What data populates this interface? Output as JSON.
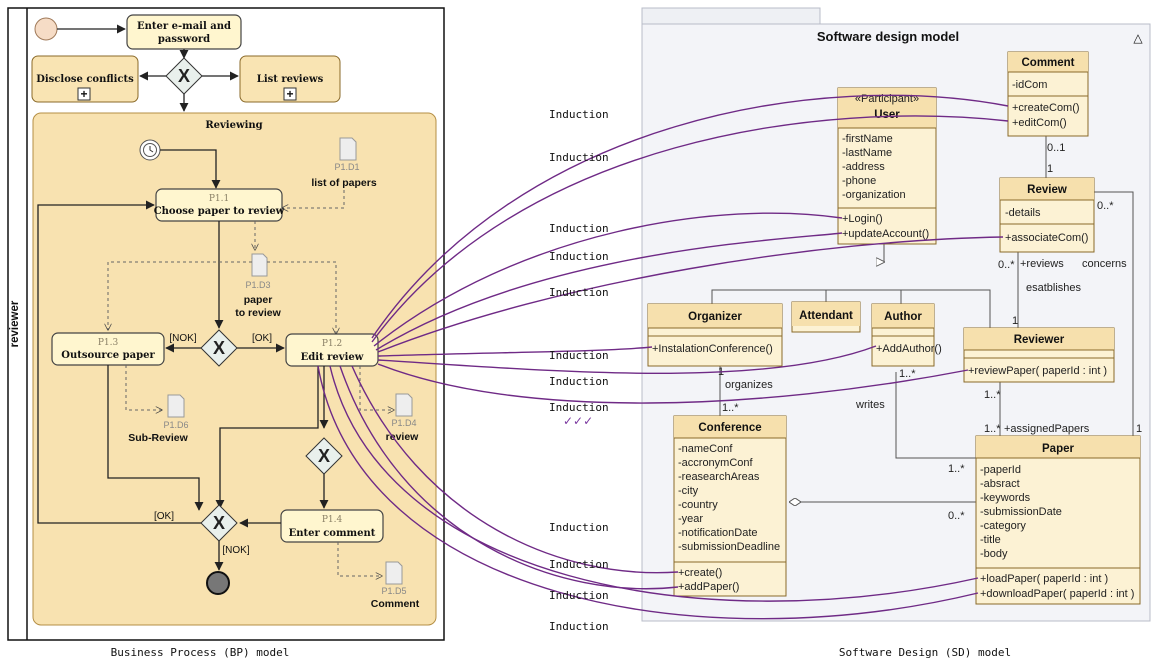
{
  "bp": {
    "lane": "reviewer",
    "caption": "Business Process (BP) model",
    "tasks": {
      "login": "Enter e-mail and password",
      "disclose": "Disclose conflicts",
      "list_reviews": "List reviews",
      "reviewing": "Reviewing",
      "choose_id": "P1.1",
      "choose": "Choose paper to review",
      "outsource_id": "P1.3",
      "outsource": "Outsource paper",
      "edit_id": "P1.2",
      "edit": "Edit review",
      "comment_id": "P1.4",
      "comment": "Enter comment"
    },
    "docs": {
      "d1_id": "P1.D1",
      "d1": "list of papers",
      "d3_id": "P1.D3",
      "d3": "paper to review",
      "d6_id": "P1.D6",
      "d6": "Sub-Review",
      "d4_id": "P1.D4",
      "d4": "review",
      "d5_id": "P1.D5",
      "d5": "Comment"
    },
    "guards": {
      "nok": "[NOK]",
      "ok": "[OK]",
      "ok2": "[OK]",
      "nok2": "[NOK]"
    }
  },
  "sd": {
    "title": "Software design model",
    "caption": "Software Design (SD) model",
    "classes": {
      "user": {
        "stereotype": "«Participant»",
        "name": "User",
        "attrs": [
          "-firstName",
          "-lastName",
          "-address",
          "-phone",
          "-organization"
        ],
        "ops": [
          "+Login()",
          "+updateAccount()"
        ]
      },
      "comment": {
        "name": "Comment",
        "attrs": [
          "-idCom"
        ],
        "ops": [
          "+createCom()",
          "+editCom()"
        ]
      },
      "review": {
        "name": "Review",
        "attrs": [
          "-details"
        ],
        "ops": [
          "+associateCom()"
        ]
      },
      "organizer": {
        "name": "Organizer",
        "ops": [
          "+InstalationConference()"
        ]
      },
      "attendant": {
        "name": "Attendant"
      },
      "author": {
        "name": "Author",
        "ops": [
          "+AddAuthor()"
        ]
      },
      "reviewer": {
        "name": "Reviewer",
        "ops": [
          "+reviewPaper( paperId : int )"
        ]
      },
      "conference": {
        "name": "Conference",
        "attrs": [
          "-nameConf",
          "-accronymConf",
          "-reasearchAreas",
          "-city",
          "-country",
          "-year",
          "-notificationDate",
          "-submissionDeadline"
        ],
        "ops": [
          "+create()",
          "+addPaper()"
        ]
      },
      "paper": {
        "name": "Paper",
        "attrs": [
          "-paperId",
          "-absract",
          "-keywords",
          "-submissionDate",
          "-category",
          "-title",
          "-body"
        ],
        "ops": [
          "+loadPaper( paperId : int )",
          "+downloadPaper( paperId : int )"
        ]
      }
    },
    "labels": {
      "m01": "0..1",
      "m1a": "1",
      "m0s_rev": "0..*",
      "m0s_r2": "0..*",
      "reviews": "+reviews",
      "concerns": "concerns",
      "esatblishes": "esatblishes",
      "m1_rev": "1",
      "organizes": "organizes",
      "m1_org": "1",
      "m1s_conf": "1..*",
      "writes": "writes",
      "m1s_auth": "1..*",
      "m1s_rv": "1..*",
      "m1s_rv2": "1..*",
      "assigned": "+assignedPapers",
      "m1_paper": "1",
      "m1s_paper": "1..*",
      "m0s_paper": "0..*"
    }
  },
  "induction": {
    "label": "Induction",
    "checks": "✓✓✓",
    "labels": [
      "Induction",
      "Induction",
      "Induction",
      "Induction",
      "Induction",
      "Induction",
      "Induction",
      "Induction",
      "Induction",
      "Induction",
      "Induction",
      "Induction"
    ]
  },
  "colors": {
    "induction_line": "#6f2a86",
    "task_fill": "#fff6cf",
    "class_fill": "#fcf2d4",
    "subprocess_fill": "#f9e4b3"
  }
}
